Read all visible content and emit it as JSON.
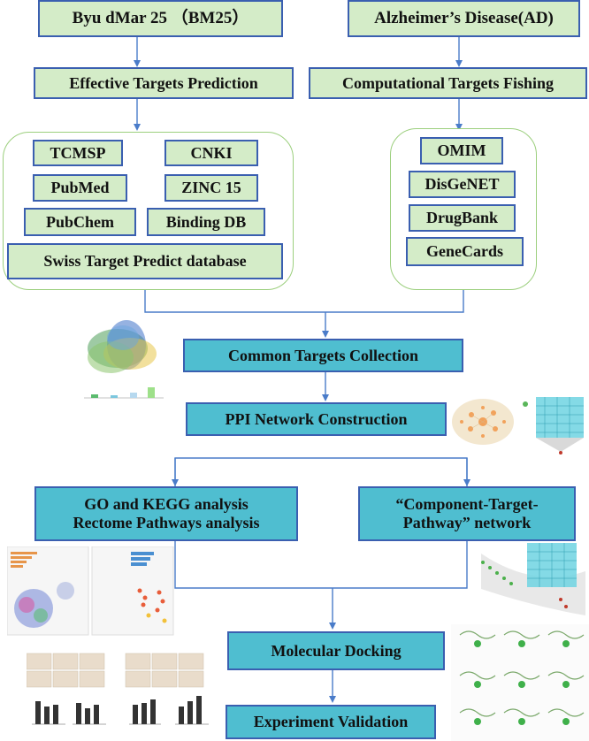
{
  "top": {
    "left": "Byu dMar 25 （BM25）",
    "right": "Alzheimer’s Disease(AD)"
  },
  "level2": {
    "left": "Effective Targets Prediction",
    "right": "Computational Targets Fishing"
  },
  "databases_left": {
    "tcmsp": "TCMSP",
    "cnki": "CNKI",
    "pubmed": "PubMed",
    "zinc": "ZINC 15",
    "pubchem": "PubChem",
    "bindingdb": "Binding DB",
    "swiss": "Swiss Target Predict database"
  },
  "databases_right": {
    "omim": "OMIM",
    "disgenet": "DisGeNET",
    "drugbank": "DrugBank",
    "genecards": "GeneCards"
  },
  "flow": {
    "common": "Common Targets Collection",
    "ppi": "PPI Network Construction",
    "go_line1": "GO and KEGG analysis",
    "go_line2": "Rectome Pathways analysis",
    "ctp_line1": "“Component-Target-",
    "ctp_line2": "Pathway” network",
    "docking": "Molecular Docking",
    "validation": "Experiment Validation"
  },
  "colors": {
    "green_box": "#d4ecc8",
    "cyan_box": "#4fbed0",
    "border": "#3a5fb0",
    "group_border": "#9ccf7e",
    "connector": "#4a7cc9"
  }
}
